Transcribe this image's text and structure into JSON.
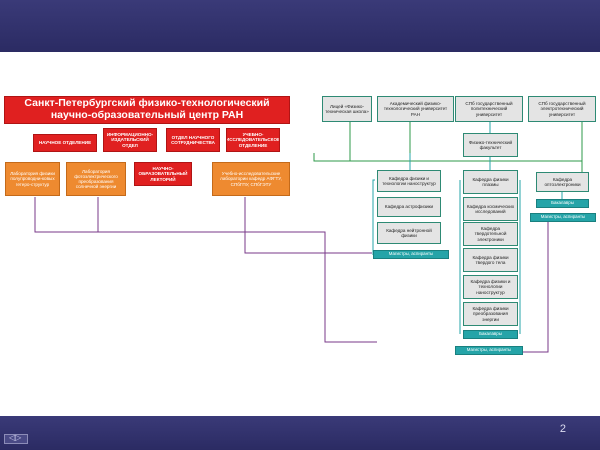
{
  "slide": {
    "number": "2"
  },
  "left": {
    "title": "Санкт-Петербургский физико-технологический научно-образовательный центр РАН",
    "departments": [
      "НАУЧНОЕ ОТДЕЛЕНИЕ",
      "ИНФОРМАЦИОННО-ИЗДАТЕЛЬСКИЙ ОТДЕЛ",
      "ОТДЕЛ НАУЧНОГО СОТРУДНИЧЕСТВА",
      "УЧЕБНО-ИССЛЕДОВАТЕЛЬСКОЕ ОТДЕЛЕНИЕ"
    ],
    "lab_block": "НАУЧНО-ОБРАЗОВАТЕЛЬНЫЙ ЛЕКТОРИЙ",
    "labs": [
      "Лаборатория физики полупроводни-ковых гетеро-структур",
      "Лаборатория фотоэлектрического преобразования солнечной энергии",
      "Учебно-исследовательские лаборатории кафедр АФГТУ, СПбГПУ, СПбГЭТУ"
    ]
  },
  "right": {
    "institutions": [
      "Лицей «Физико-техническая школа»",
      "Академический физико-технологический университет РАН",
      "СПб государственный политехнический университет",
      "СПб государственный электротехнический университет"
    ],
    "faculty": "Физико-технический факультет",
    "academic_chairs": [
      "Кафедра физики и технологии наноструктур",
      "Кафедра астрофизики",
      "Кафедра нейтронной физики"
    ],
    "faculty_chairs": [
      "Кафедра физики плазмы",
      "Кафедра космических исследований",
      "Кафедра твердотельной электроники",
      "Кафедра физики твердого тела",
      "Кафедра физики и технологии наноструктур",
      "Кафедра физики преобразования энергии"
    ],
    "opto_chair": "Кафедра оптоэлектроники",
    "labels": {
      "masters_left": "Магистры, аспиранты",
      "bachelors_right": "Бакалавры",
      "masters_right": "Магистры, аспиранты",
      "bachelors_center": "Бакалавры",
      "masters_bottom": "Магистры, аспиранты"
    }
  },
  "colors": {
    "red": "#e02020",
    "orange": "#ee8a30",
    "teal": "#25a4a8",
    "green": "#2e9a4a",
    "purple": "#7a3a8a"
  }
}
